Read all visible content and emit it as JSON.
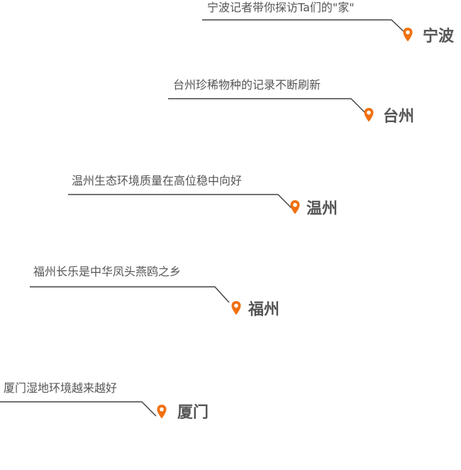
{
  "colors": {
    "pin": "#f07010",
    "text": "#555555",
    "line": "#444444"
  },
  "icons": {
    "location": "map-pin-icon"
  },
  "entries": [
    {
      "headline": "宁波记者带你探访Ta们的\"家\"",
      "city": "宁波"
    },
    {
      "headline": "台州珍稀物种的记录不断刷新",
      "city": "台州"
    },
    {
      "headline": "温州生态环境质量在高位稳中向好",
      "city": "温州"
    },
    {
      "headline": "福州长乐是中华凤头燕鸥之乡",
      "city": "福州"
    },
    {
      "headline": "厦门湿地环境越来越好",
      "city": "厦门"
    }
  ]
}
